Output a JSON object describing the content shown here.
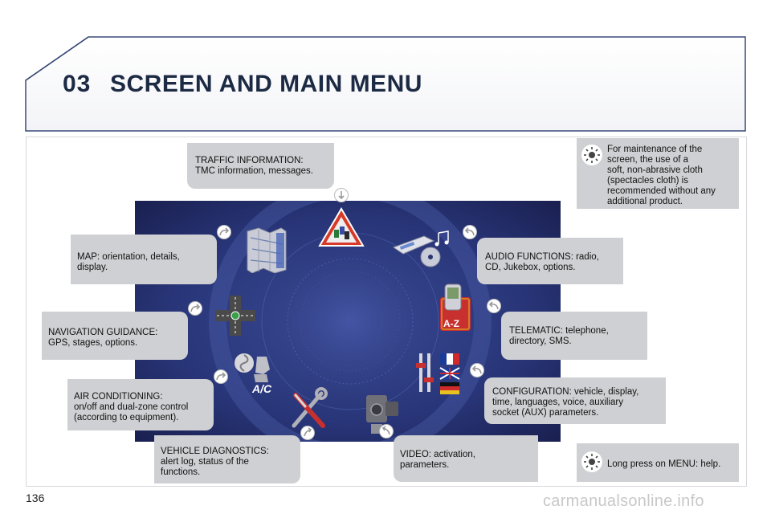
{
  "header": {
    "chapter": "03",
    "title": "SCREEN AND MAIN MENU"
  },
  "callouts": {
    "traffic": "TRAFFIC INFORMATION:\nTMC information, messages.",
    "map": "MAP: orientation, details,\ndisplay.",
    "navigation": "NAVIGATION GUIDANCE:\nGPS, stages, options.",
    "air_conditioning": "AIR CONDITIONING:\non/off and dual-zone control\n(according to equipment).",
    "vehicle_diagnostics": "VEHICLE DIAGNOSTICS:\nalert log, status of the\nfunctions.",
    "video": "VIDEO: activation,\nparameters.",
    "configuration": "CONFIGURATION: vehicle, display,\ntime, languages, voice, auxiliary\nsocket (AUX) parameters.",
    "telematic": "TELEMATIC: telephone,\ndirectory, SMS.",
    "audio": "AUDIO FUNCTIONS: radio,\nCD, Jukebox, options."
  },
  "icon_labels": {
    "ac": "A/C",
    "az": "A-Z"
  },
  "tips": {
    "maintenance": "For maintenance of the\nscreen, the use of a\nsoft, non-abrasive cloth\n(spectacles cloth) is\nrecommended without any\nadditional product.",
    "help": "Long press on MENU: help."
  },
  "footer": {
    "page_number": "136",
    "watermark": "carmanualsonline.info"
  },
  "colors": {
    "panel_blue": "#2a3470",
    "header_border": "#3a4a78",
    "box_gray": "#cfd0d3"
  }
}
